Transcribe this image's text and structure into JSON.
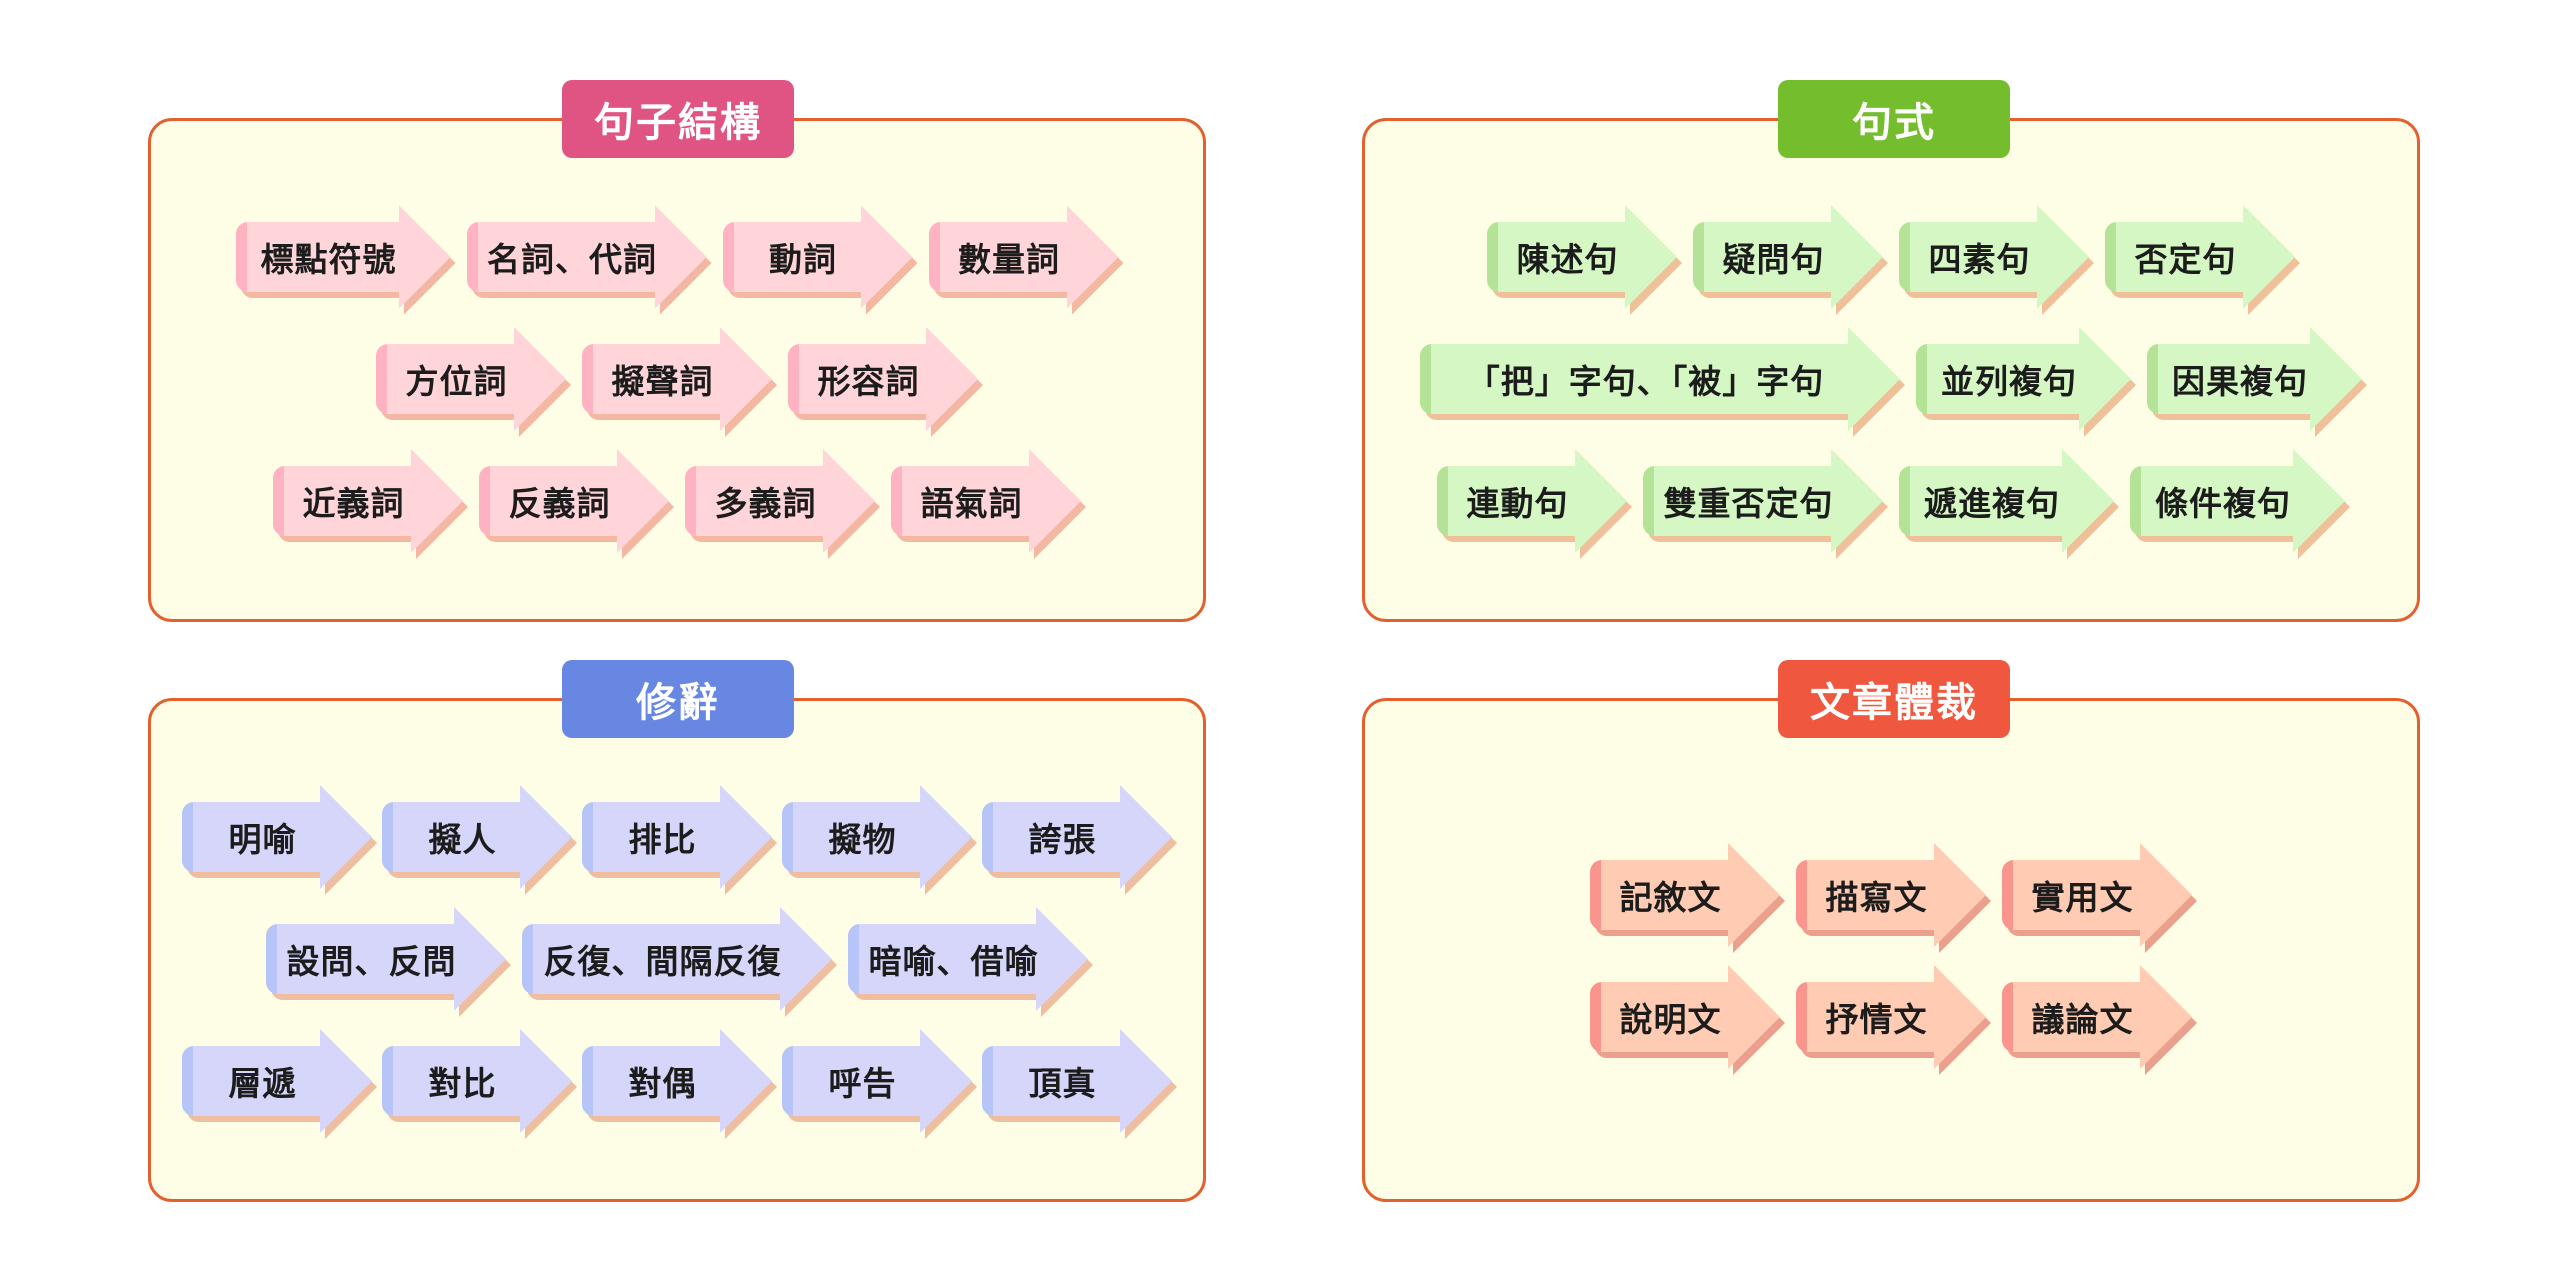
{
  "panels": [
    {
      "id": "sentence-structure",
      "title": "句子結構",
      "title_color": "#e05483",
      "theme": "pink",
      "rows": [
        [
          "標點符號",
          "名詞、代詞",
          "動詞",
          "數量詞"
        ],
        [
          "方位詞",
          "擬聲詞",
          "形容詞"
        ],
        [
          "近義詞",
          "反義詞",
          "多義詞",
          "語氣詞"
        ]
      ]
    },
    {
      "id": "sentence-patterns",
      "title": "句式",
      "title_color": "#74bd2d",
      "theme": "green",
      "rows": [
        [
          "陳述句",
          "疑問句",
          "四素句",
          "否定句"
        ],
        [
          "「把」字句、「被」字句",
          "並列複句",
          "因果複句"
        ],
        [
          "連動句",
          "雙重否定句",
          "遞進複句",
          "條件複句"
        ]
      ]
    },
    {
      "id": "rhetoric",
      "title": "修辭",
      "title_color": "#6887e2",
      "theme": "blue",
      "rows": [
        [
          "明喻",
          "擬人",
          "排比",
          "擬物",
          "誇張"
        ],
        [
          "設問、反問",
          "反復、間隔反復",
          "暗喻、借喻"
        ],
        [
          "層遞",
          "對比",
          "對偶",
          "呼告",
          "頂真"
        ]
      ]
    },
    {
      "id": "text-genres",
      "title": "文章體裁",
      "title_color": "#f0573f",
      "theme": "salmon",
      "rows": [
        [
          "記敘文",
          "描寫文",
          "實用文"
        ],
        [
          "說明文",
          "抒情文",
          "議論文"
        ]
      ]
    }
  ]
}
